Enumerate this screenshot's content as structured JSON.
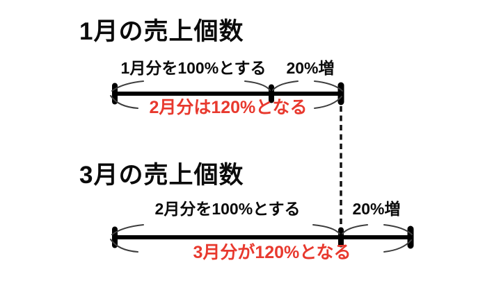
{
  "colors": {
    "accent_red": "#e8392e",
    "line_black": "#000000",
    "hook_gray": "#3d3d3d",
    "background": "#ffffff"
  },
  "diagram1": {
    "title": "1月の売上個数",
    "base_label": "1月分を100%とする",
    "increase_label": "20%増",
    "result_label": "2月分は120%となる",
    "base_percent": "100%",
    "increase_percent": "20%",
    "result_percent": "120%"
  },
  "diagram2": {
    "title": "3月の売上個数",
    "base_label": "2月分を100%とする",
    "increase_label": "20%増",
    "result_label": "3月分が120%となる",
    "base_percent": "100%",
    "increase_percent": "20%",
    "result_percent": "120%"
  }
}
